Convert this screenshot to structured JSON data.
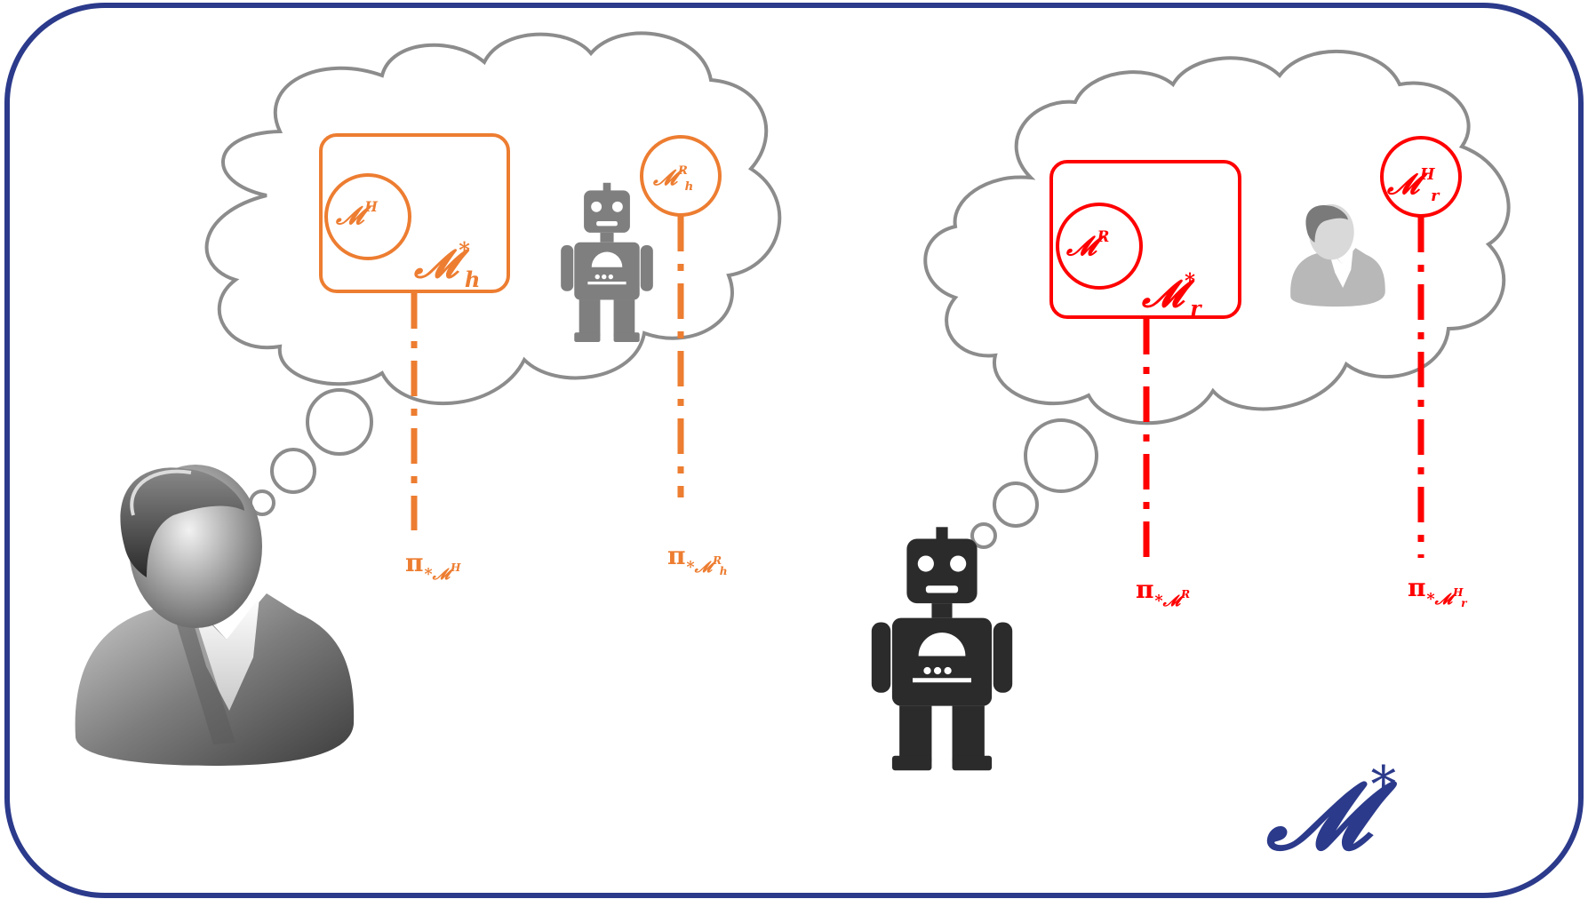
{
  "frame": {
    "border_color": "#2B3A8B"
  },
  "colors": {
    "human_model": "#ED7D31",
    "robot_model": "#FF0000",
    "cloud": "#8C8C8C",
    "global_model": "#2B3A8B"
  },
  "icons": [
    "human-avatar-icon",
    "robot-icon"
  ],
  "human_thought": {
    "outer_model": {
      "base": "𝓜",
      "sup": "*",
      "sub": "h"
    },
    "inner_model": {
      "base": "𝓜",
      "sup": "H"
    },
    "robot_model": {
      "base": "𝓜",
      "sup": "R",
      "sub": "h"
    },
    "policy_1": {
      "pi": "π",
      "star": "*",
      "base": "𝓜",
      "sup": "H"
    },
    "policy_2": {
      "pi": "π",
      "star": "*",
      "base": "𝓜",
      "sup": "R",
      "sub": "h"
    }
  },
  "robot_thought": {
    "outer_model": {
      "base": "𝓜",
      "sup": "*",
      "sub": "r"
    },
    "inner_model": {
      "base": "𝓜",
      "sup": "R"
    },
    "human_model": {
      "base": "𝓜",
      "sup": "H",
      "sub": "r"
    },
    "policy_1": {
      "pi": "π",
      "star": "*",
      "base": "𝓜",
      "sup": "R"
    },
    "policy_2": {
      "pi": "π",
      "star": "*",
      "base": "𝓜",
      "sup": "H",
      "sub": "r"
    }
  },
  "global_model": {
    "base": "𝓜",
    "sup": "*"
  }
}
